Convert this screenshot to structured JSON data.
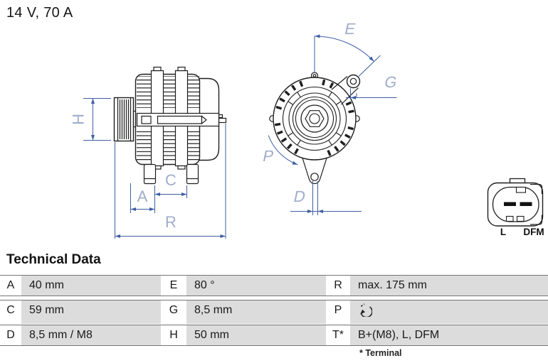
{
  "title": "14 V, 70 A",
  "drawing": {
    "dimension_labels": {
      "h": "H",
      "a": "A",
      "c": "C",
      "r": "R",
      "e": "E",
      "g": "G",
      "p": "P",
      "d": "D"
    },
    "connector_labels": {
      "l": "L",
      "dfm": "DFM"
    },
    "colors": {
      "dimension_blue": "#3f5fa5",
      "label_blue": "#9fadcb",
      "line_black": "#1e1e1e"
    }
  },
  "table": {
    "heading": "Technical Data",
    "rows": [
      {
        "k1": "A",
        "v1": "40 mm",
        "k2": "E",
        "v2": "80 °",
        "k3": "R",
        "v3": "max. 175 mm"
      },
      {
        "k1": "C",
        "v1": "59 mm",
        "k2": "G",
        "v2": "8,5 mm",
        "k3": "P",
        "v3": "",
        "v3_symbol": "rotation-direction-arrow"
      },
      {
        "k1": "D",
        "v1": "8,5 mm / M8",
        "k2": "H",
        "v2": "50 mm",
        "k3": "T*",
        "v3": "B+(M8), L, DFM"
      }
    ],
    "footnote": "* Terminal",
    "cell_gray": "#dcdcdc"
  }
}
